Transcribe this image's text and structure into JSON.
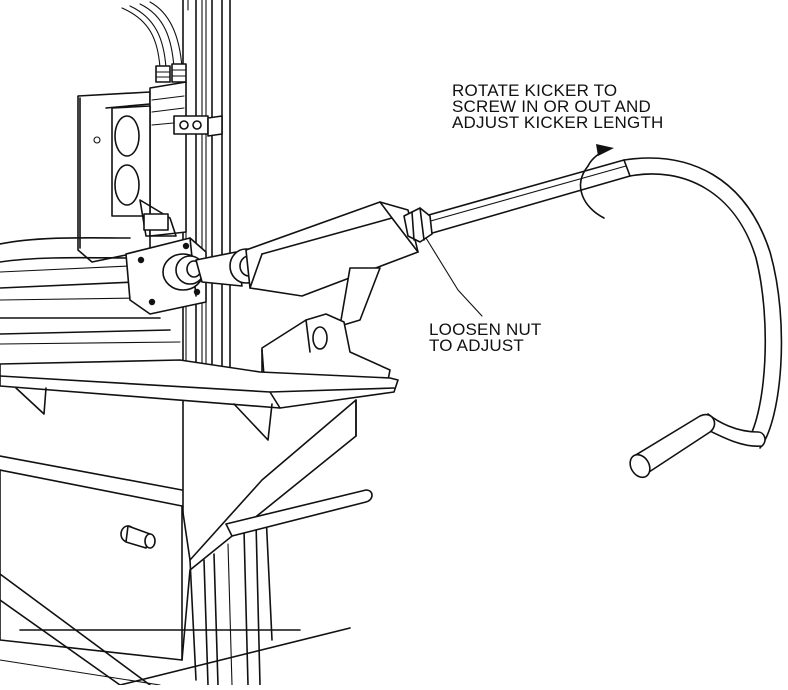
{
  "callouts": {
    "kicker": {
      "lines": [
        "ROTATE KICKER TO",
        "SCREW IN OR OUT AND",
        "ADJUST KICKER LENGTH"
      ]
    },
    "nut": {
      "lines": [
        "LOOSEN NUT",
        "TO ADJUST"
      ]
    }
  },
  "colors": {
    "line": "#111111",
    "background": "#ffffff"
  }
}
